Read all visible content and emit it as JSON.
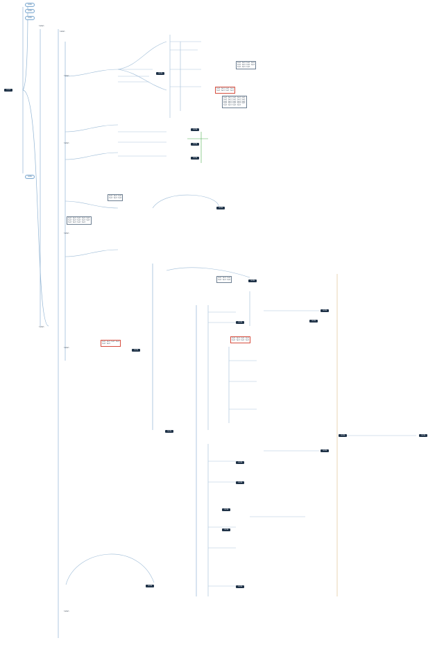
{
  "diagram": {
    "root": {
      "label": "root"
    },
    "pills": [
      {
        "label": "node"
      },
      {
        "label": "node"
      },
      {
        "label": "node"
      },
      {
        "label": "node"
      }
    ],
    "side_labels": [
      {
        "label": "label"
      },
      {
        "label": "label"
      },
      {
        "label": "label"
      },
      {
        "label": "label"
      },
      {
        "label": "label"
      },
      {
        "label": "label"
      },
      {
        "label": "label"
      },
      {
        "label": "label"
      }
    ],
    "dark_nodes": [
      {
        "label": "node"
      },
      {
        "label": "node"
      },
      {
        "label": "node"
      },
      {
        "label": "node"
      },
      {
        "label": "node"
      },
      {
        "label": "node"
      },
      {
        "label": "node"
      },
      {
        "label": "node"
      },
      {
        "label": "node"
      },
      {
        "label": "node"
      },
      {
        "label": "node"
      },
      {
        "label": "node"
      },
      {
        "label": "node"
      },
      {
        "label": "node"
      },
      {
        "label": "node"
      },
      {
        "label": "node"
      },
      {
        "label": "node"
      },
      {
        "label": "node"
      },
      {
        "label": "node"
      },
      {
        "label": "node"
      }
    ],
    "text_boxes": [
      {
        "text": "text text text text\ntext text text text\ntext text text"
      },
      {
        "text": "text text text text\ntext text text text"
      },
      {
        "text": "text text text text text\ntext text text text text\ntext text text text text\ntext text text text text\ntext text text text"
      },
      {
        "text": "text text text\ntext text text"
      },
      {
        "text": "text text text text\ntext text"
      },
      {
        "text": "text text text text text\ntext text text text text\ntext text text text"
      },
      {
        "text": "text text text\ntext text text"
      },
      {
        "text": "text text text text\ntext text text text"
      }
    ],
    "colors": {
      "background": "#ffffff",
      "dark_node": "#1f3247",
      "branch_line": "#7fa8cc",
      "green_line": "#4caf50",
      "highlight_box": "#d64b3c",
      "right_frame_line": "#e3c9a0"
    }
  }
}
